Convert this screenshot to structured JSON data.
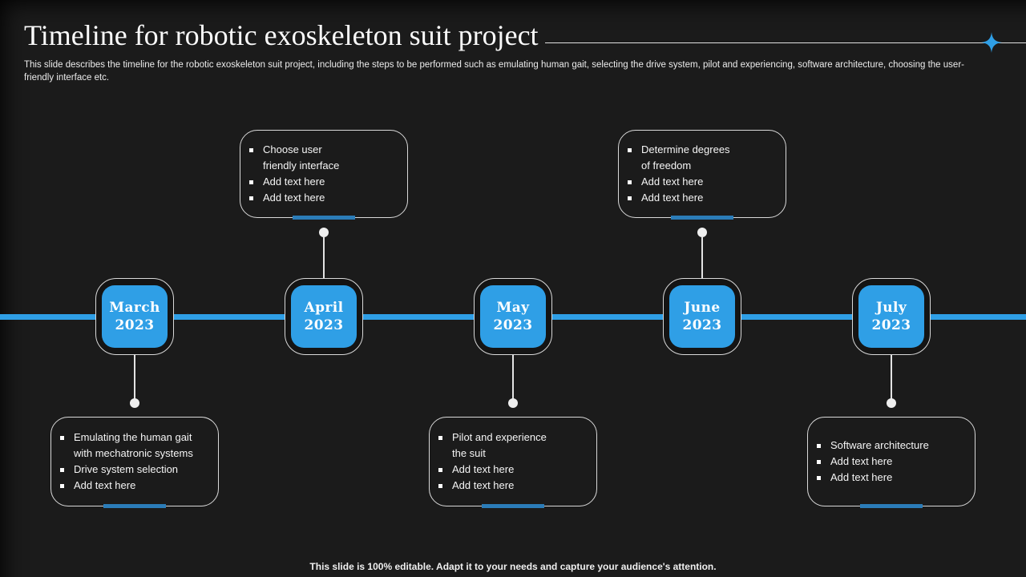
{
  "slide": {
    "title": "Timeline for robotic exoskeleton suit project",
    "subtitle": "This slide describes the timeline for the robotic exoskeleton suit project, including the steps to be performed such as emulating human gait, selecting the drive system, pilot and experiencing, software architecture, choosing the user-friendly interface etc.",
    "footer": "This slide is 100% editable. Adapt it to your needs and capture your audience's attention."
  },
  "colors": {
    "background": "#1B1B1B",
    "accent_blue": "#2F9FE6",
    "accent_underline": "#2B7CB8",
    "node_fill": "#141414",
    "border_white": "#D9D9D9",
    "text": "#F2F2F2"
  },
  "icons": {
    "sparkle": "four-point-star"
  },
  "timeline": {
    "milestones": [
      {
        "month": "March",
        "year": "2023",
        "callout_position": "bottom",
        "items": [
          "Emulating the human gait\nwith mechatronic systems",
          "Drive system selection",
          "Add text here"
        ]
      },
      {
        "month": "April",
        "year": "2023",
        "callout_position": "top",
        "items": [
          "Choose user\nfriendly interface",
          "Add text here",
          "Add text here"
        ]
      },
      {
        "month": "May",
        "year": "2023",
        "callout_position": "bottom",
        "items": [
          "Pilot and experience\nthe suit",
          "Add text here",
          "Add text here"
        ]
      },
      {
        "month": "June",
        "year": "2023",
        "callout_position": "top",
        "items": [
          "Determine degrees\nof freedom",
          "Add text here",
          "Add text here"
        ]
      },
      {
        "month": "July",
        "year": "2023",
        "callout_position": "bottom",
        "items": [
          "Software architecture",
          "Add text here",
          "Add text here"
        ]
      }
    ]
  }
}
